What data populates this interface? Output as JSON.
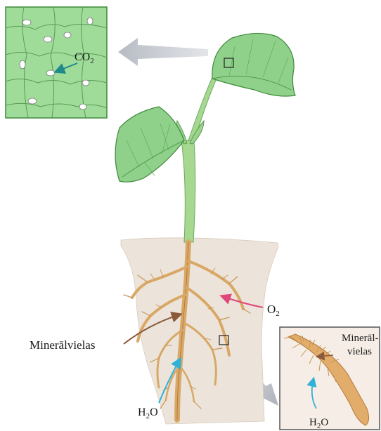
{
  "labels": {
    "co2_main": "CO",
    "co2_sub": "2",
    "o2_main": "O",
    "o2_sub": "2",
    "mineral": "Minerālvielas",
    "h2o_h": "H",
    "h2o_sub": "2",
    "h2o_o": "O",
    "inset_mineral_1": "Minerāl-",
    "inset_mineral_2": "vielas",
    "inset_h2o_h": "H",
    "inset_h2o_sub": "2",
    "inset_h2o_o": "O"
  },
  "colors": {
    "leaf": "#8fd08a",
    "leaf_dark": "#4f9b4a",
    "stem": "#a6d98f",
    "soil": "#ece4da",
    "root": "#d9a867",
    "root_dark": "#b27a3c",
    "arrow_gray": "#c9ccd2",
    "arrow_teal": "#1f8a8a",
    "arrow_pink": "#e0477b",
    "arrow_brown": "#8a5a3a",
    "arrow_cyan": "#2fb1d8"
  }
}
